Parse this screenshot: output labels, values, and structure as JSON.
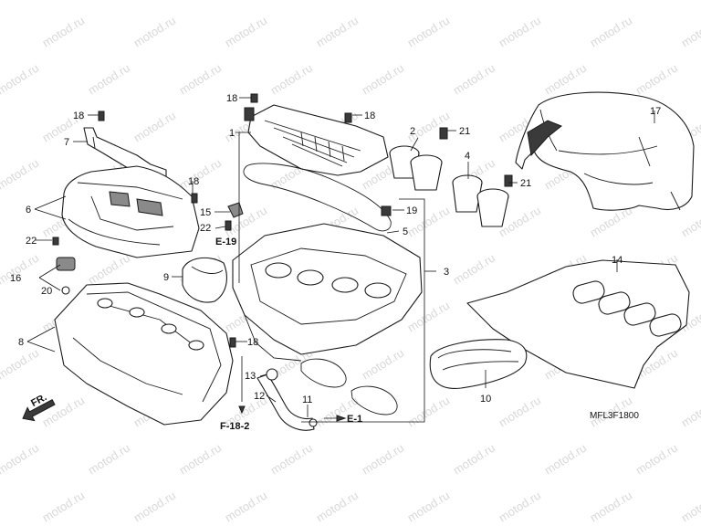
{
  "watermark": "motod.ru",
  "callouts": {
    "c1": "1",
    "c2": "2",
    "c3": "3",
    "c4": "4",
    "c5": "5",
    "c6": "6",
    "c7": "7",
    "c8": "8",
    "c9": "9",
    "c10": "10",
    "c11": "11",
    "c12": "12",
    "c13": "13",
    "c14": "14",
    "c15": "15",
    "c16": "16",
    "c17": "17",
    "c18a": "18",
    "c18b": "18",
    "c18c": "18",
    "c18d": "18",
    "c19": "19",
    "c20": "20",
    "c21a": "21",
    "c21b": "21",
    "c22a": "22",
    "c22b": "22"
  },
  "refs": {
    "e19": "E-19",
    "f182": "F-18-2",
    "e1": "E-1",
    "fr": "FR."
  },
  "diagram_code": "MFL3F1800"
}
